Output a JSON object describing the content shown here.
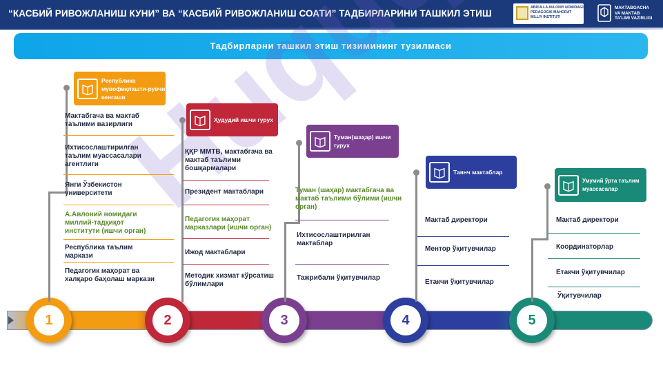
{
  "header": {
    "title": "“КАСБИЙ РИВОЖЛАНИШ КУНИ” ВА “КАСБИЙ РИВОЖЛАНИШ СОАТИ” ТАДБИРЛАРИНИ ТАШКИЛ ЭТИШ",
    "logo_left_lines": [
      "ABDULLA AVLONIY NOMIDAGI",
      "PEDAGOGIK MAHORAT",
      "MILLIY INSTITUTI"
    ],
    "logo_right_lines": [
      "MAKTABGACHA",
      "VA MAKTAB",
      "TA'LIMI VAZIRLIGI"
    ]
  },
  "subtitle": "Тадбирларни ташкил этиш тизимининг тузилмаси",
  "watermark": "Huquqiy24",
  "colors": {
    "header_bg": "#1a3a7c",
    "subtitle_bg": "#0ea5e9",
    "stage1": "#f39c12",
    "stage2": "#c0283a",
    "stage3": "#7a3f8f",
    "stage4": "#2c3f9e",
    "stage5": "#1a8a78"
  },
  "stages": [
    {
      "number": "1",
      "category": "Республика мувофиқлашти-рувчи кенгаши",
      "icon": "book-icon",
      "items": [
        "Мактабгача ва мактаб таълими вазирлиги",
        "Ихтисослаштирилган таълим муассасалари агентлиги",
        "Янги Ўзбекистон университети",
        "А.Авлоний номидаги миллий-тадқиқот институти (ишчи орган)",
        "Республика таълим маркази",
        "Педагогик маҳорат ва халқаро баҳолаш маркази"
      ]
    },
    {
      "number": "2",
      "category": "Ҳудудий ишчи гурух",
      "icon": "book-icon",
      "items": [
        "ҚҚР ММТВ, мактабгача ва мактаб таълими бошқармалари",
        "Президент мактаблари",
        "Педагогик маҳорат марказлари (ишчи орган)",
        "Ижод мактаблари",
        "Методик хизмат кўрсатиш бўлимлари"
      ]
    },
    {
      "number": "3",
      "category": "Туман(шаҳар) ишчи гурух",
      "icon": "book-icon",
      "items": [
        "Туман (шаҳар) мактабгача ва мактаб таълими бўлими (ишчи орган)",
        "Ихтисослаштирилган мактаблар",
        "Тажрибали ўқитувчилар"
      ]
    },
    {
      "number": "4",
      "category": "Таянч мактаблар",
      "icon": "book-icon",
      "items": [
        "Мактаб директори",
        "Ментор ўқитувчилар",
        "Етакчи ўқитувчилар"
      ]
    },
    {
      "number": "5",
      "category": "Умумий ўрта таълим муассасалар",
      "icon": "book-icon",
      "items": [
        "Мактаб директори",
        "Координаторлар",
        "Етакчи ўқитувчилар",
        "Ўқитувчилар"
      ]
    }
  ]
}
